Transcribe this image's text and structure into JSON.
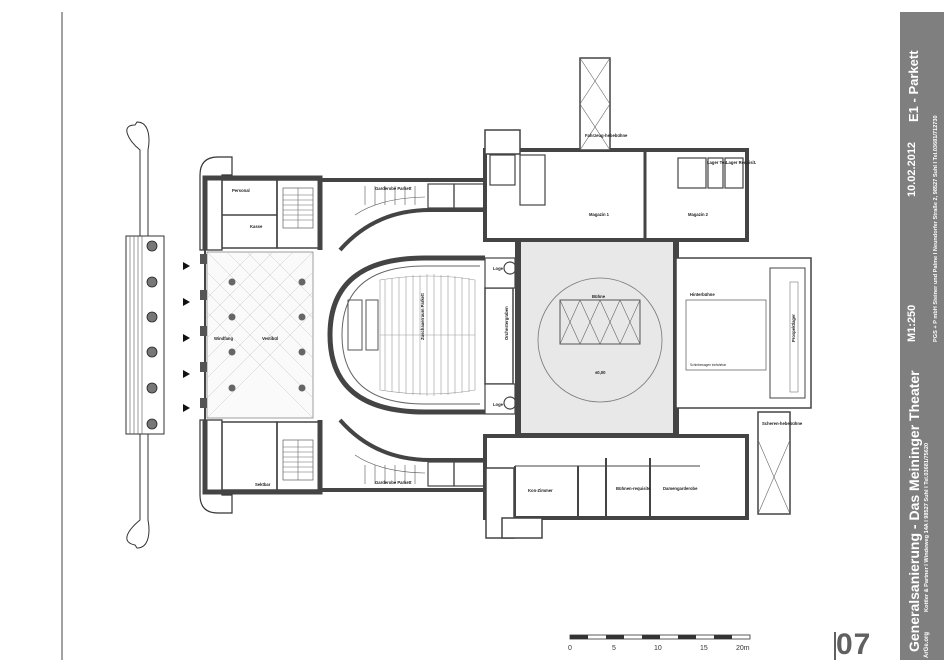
{
  "title_block": {
    "project": "Generalsanierung - Das Meininger Theater",
    "sheet_title": "E1 - Parkett",
    "scale": "M1:250",
    "date": "10.02.2012",
    "firm_1": "Kottler & Partner I Windeweg 14A I 98527 Suhl I Tel.03681/75620",
    "firm_2": "PGS + P mbH Steiner und Palme I Neundorfer Straße 2, 98527 Suhl I Tel.03681/712730",
    "org": "ArGe.org",
    "sheet_number": "07"
  },
  "scale_bar": {
    "labels": [
      "0",
      "5",
      "10",
      "15",
      "20m"
    ]
  },
  "rooms": {
    "personal": "Personal",
    "kasse": "Kasse",
    "garderobe_top": "Garderobe Parkett",
    "garderobe_bottom": "Garderobe Parkett",
    "sektbar": "Sektbar",
    "windfang": "Windfang",
    "vestibuel": "Vestibül",
    "zuschauerraum": "Zuschauerraum Parkett",
    "orchestergraben": "Orchestergraben",
    "loge_top": "Loge",
    "loge_bottom": "Loge",
    "buehne": "Bühne",
    "hinterbuehne": "Hinterbühne",
    "magazin_1": "Magazin 1",
    "magazin_2": "Magazin 2",
    "fahrzeug": "Fahrzeug-hebebühne",
    "lager_tex": "Lager Tex.",
    "lager_requisit": "Lager Requisit.",
    "prospektlager": "Prospektlager",
    "scheren": "Scheren-hebebühne",
    "kon_zimmer": "Kon-Zimmer",
    "buehnenrequisite": "Bühnen-requisite",
    "damengarderobe": "Damengarderobe",
    "schiebewagen": "Schiebewagen einfahrbar",
    "level": "±0,00"
  }
}
